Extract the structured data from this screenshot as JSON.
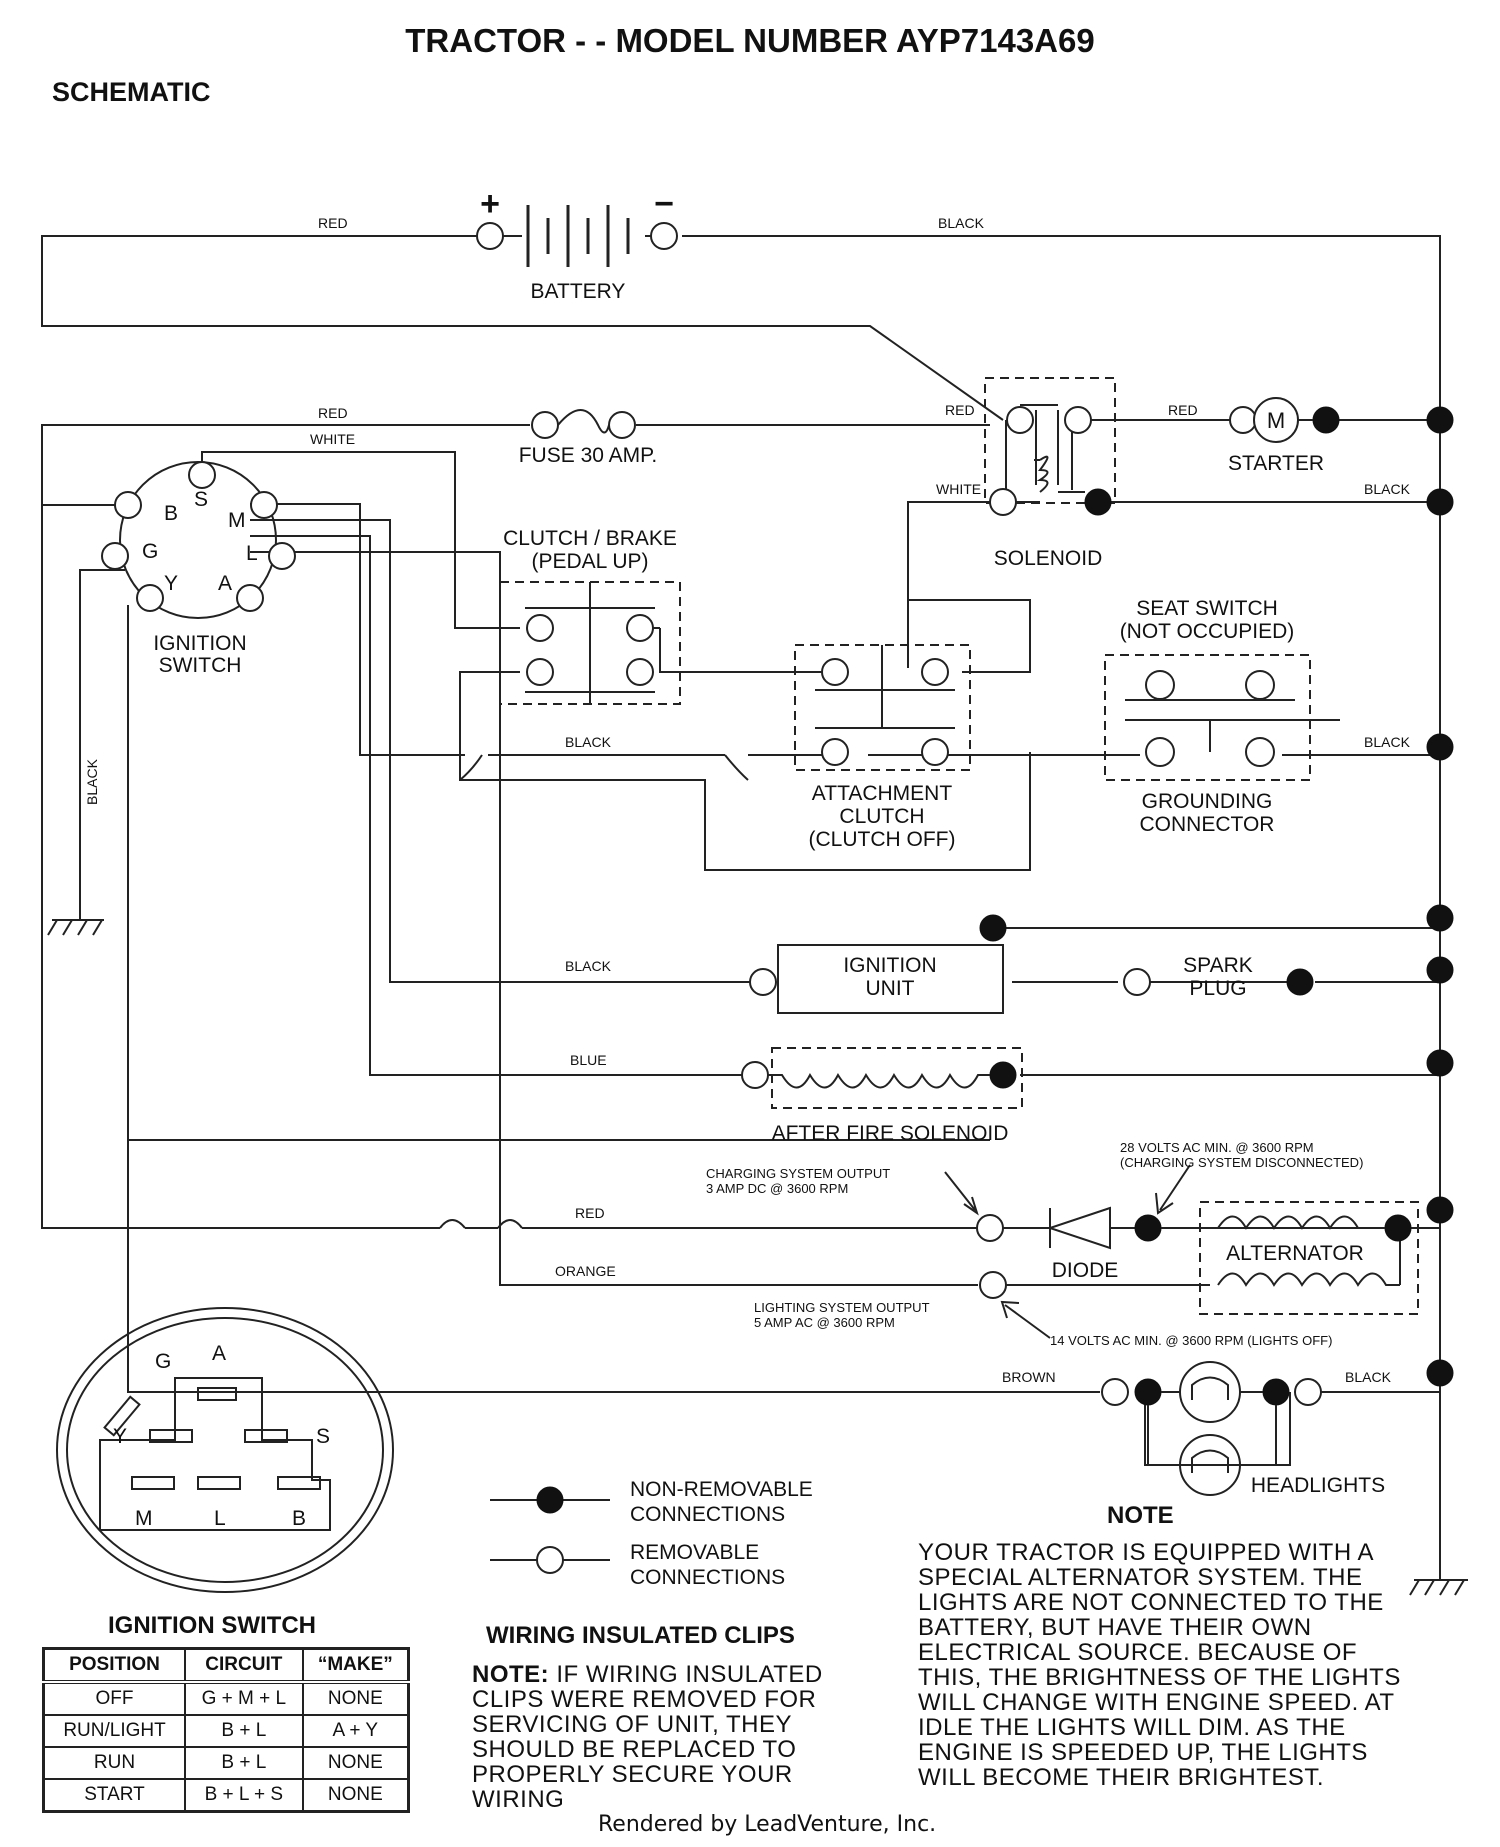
{
  "title": "TRACTOR - - MODEL NUMBER AYP7143A69",
  "subtitle": "SCHEMATIC",
  "components": {
    "battery": "BATTERY",
    "battery_plus": "+",
    "battery_minus": "−",
    "fuse": "FUSE 30 AMP.",
    "starter": "STARTER",
    "starter_symbol": "M",
    "solenoid": "SOLENOID",
    "ignition_switch": [
      "IGNITION",
      "SWITCH"
    ],
    "clutch_brake": [
      "CLUTCH / BRAKE",
      "(PEDAL UP)"
    ],
    "seat_switch": [
      "SEAT SWITCH",
      "(NOT OCCUPIED)"
    ],
    "grounding_connector": [
      "GROUNDING",
      "CONNECTOR"
    ],
    "attachment_clutch": [
      "ATTACHMENT",
      "CLUTCH",
      "(CLUTCH OFF)"
    ],
    "ignition_unit": [
      "IGNITION",
      "UNIT"
    ],
    "spark_plug": [
      "SPARK",
      "PLUG"
    ],
    "after_fire_solenoid": "AFTER FIRE SOLENOID",
    "diode": "DIODE",
    "alternator": "ALTERNATOR",
    "headlights": "HEADLIGHTS"
  },
  "ignition_terminals": [
    "B",
    "S",
    "M",
    "G",
    "L",
    "Y",
    "A"
  ],
  "wires": {
    "red": "RED",
    "black": "BLACK",
    "white": "WHITE",
    "blue": "BLUE",
    "orange": "ORANGE",
    "brown": "BROWN"
  },
  "annotations": {
    "charging_output": [
      "CHARGING SYSTEM OUTPUT",
      "3 AMP DC @ 3600 RPM"
    ],
    "volts_28": [
      "28 VOLTS AC MIN. @ 3600 RPM",
      "(CHARGING SYSTEM DISCONNECTED)"
    ],
    "lighting_output": [
      "LIGHTING SYSTEM OUTPUT",
      "5 AMP AC @ 3600 RPM"
    ],
    "volts_14": "14 VOLTS AC MIN. @ 3600 RPM (LIGHTS OFF)"
  },
  "legend": {
    "non_removable": [
      "NON-REMOVABLE",
      "CONNECTIONS"
    ],
    "removable": [
      "REMOVABLE",
      "CONNECTIONS"
    ]
  },
  "switch_face": {
    "labels": [
      "G",
      "A",
      "Y",
      "S",
      "M",
      "L",
      "B"
    ]
  },
  "switch_table": {
    "title": "IGNITION SWITCH",
    "headers": [
      "POSITION",
      "CIRCUIT",
      "“MAKE”"
    ],
    "rows": [
      [
        "OFF",
        "G + M + L",
        "NONE"
      ],
      [
        "RUN/LIGHT",
        "B + L",
        "A + Y"
      ],
      [
        "RUN",
        "B + L",
        "NONE"
      ],
      [
        "START",
        "B + L + S",
        "NONE"
      ]
    ]
  },
  "clips": {
    "title": "WIRING INSULATED CLIPS",
    "note_label": "NOTE:",
    "note_text": "IF WIRING INSULATED CLIPS WERE REMOVED FOR SERVICING OF UNIT, THEY SHOULD BE REPLACED TO PROPERLY SECURE YOUR WIRING"
  },
  "note": {
    "title": "NOTE",
    "text": "YOUR TRACTOR IS EQUIPPED WITH A SPECIAL ALTERNATOR SYSTEM. THE LIGHTS ARE NOT CONNECTED TO THE BATTERY, BUT HAVE THEIR OWN ELECTRICAL SOURCE. BECAUSE OF THIS, THE BRIGHTNESS OF THE LIGHTS WILL CHANGE WITH ENGINE SPEED. AT IDLE THE LIGHTS WILL DIM. AS THE ENGINE IS SPEEDED UP, THE LIGHTS WILL BECOME THEIR BRIGHTEST."
  },
  "footer": "Rendered by LeadVenture, Inc."
}
